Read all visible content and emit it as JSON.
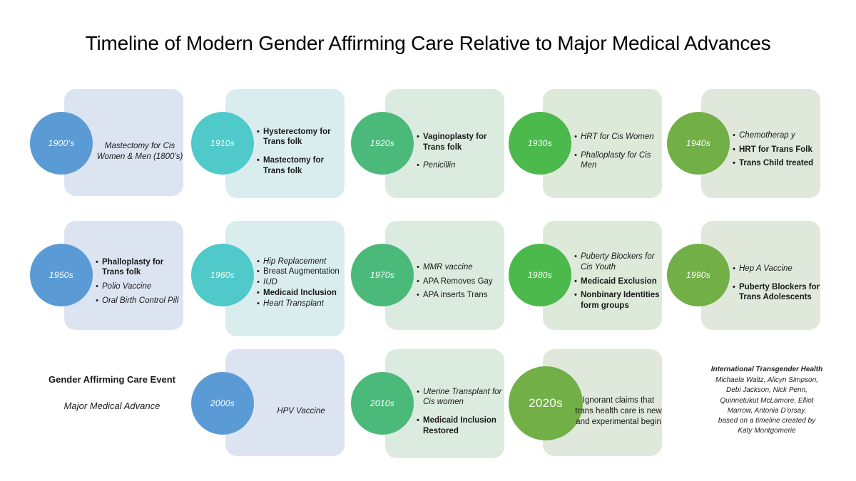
{
  "title": "Timeline of Modern Gender Affirming Care Relative to Major Medical Advances",
  "colors": {
    "blue_bubble": "#5B9BD5",
    "teal_bubble": "#4FC9C9",
    "green_bubble": "#4BB97A",
    "green2_bubble": "#4CB94C",
    "olive_bubble": "#72AF47",
    "blue_panel": "#DCE4F2",
    "teal_panel": "#DAEDEE",
    "green_panel": "#DCEBE0",
    "green2_panel": "#DDEADA",
    "olive_panel": "#DFE8DA"
  },
  "legend": {
    "gac_label": "Gender Affirming Care Event",
    "advance_label": "Major Medical Advance"
  },
  "credits": {
    "org": "International Transgender Health",
    "line1": "Michaela Waltz, Alicyn Simpson,",
    "line2": "Debi Jackson, Nick Penn,",
    "line3": "Quinnetukut McLamore, Elliot",
    "line4": "Marrow, Antonia D’orsay,",
    "line5": "based on a timeline created by",
    "line6": "Katy Montgomerie"
  },
  "decades": [
    {
      "label": "1900's",
      "bubble_color": "#5B9BD5",
      "panel_color": "#DCE4F2",
      "items": [
        {
          "text": "Mastectomy for Cis Women & Men (1800’s)",
          "kind": "advance",
          "bullet": false
        }
      ]
    },
    {
      "label": "1910s",
      "bubble_color": "#4FC9C9",
      "panel_color": "#DAEDEE",
      "items": [
        {
          "text": "Hysterectomy for Trans folk",
          "kind": "gac",
          "bullet": true
        },
        {
          "text": "Mastectomy for Trans folk",
          "kind": "gac",
          "bullet": true
        }
      ]
    },
    {
      "label": "1920s",
      "bubble_color": "#4BB97A",
      "panel_color": "#DCEBE0",
      "items": [
        {
          "text": "Vaginoplasty for Trans folk",
          "kind": "gac",
          "bullet": true
        },
        {
          "text": "Penicillin",
          "kind": "advance",
          "bullet": true
        }
      ]
    },
    {
      "label": "1930s",
      "bubble_color": "#4CB94C",
      "panel_color": "#DDEADA",
      "items": [
        {
          "text": "HRT for Cis Women",
          "kind": "advance",
          "bullet": true
        },
        {
          "text": "Phalloplasty for Cis Men",
          "kind": "advance",
          "bullet": true
        }
      ]
    },
    {
      "label": "1940s",
      "bubble_color": "#72AF47",
      "panel_color": "#DFE8DA",
      "items": [
        {
          "text": "Chemotherap y",
          "kind": "advance",
          "bullet": true
        },
        {
          "text": "HRT for Trans Folk",
          "kind": "gac",
          "bullet": true
        },
        {
          "text": "Trans Child treated",
          "kind": "gac",
          "bullet": true
        }
      ]
    },
    {
      "label": "1950s",
      "bubble_color": "#5B9BD5",
      "panel_color": "#DCE4F2",
      "items": [
        {
          "text": "Phalloplasty for Trans folk",
          "kind": "gac",
          "bullet": true
        },
        {
          "text": "Polio Vaccine",
          "kind": "advance",
          "bullet": true
        },
        {
          "text": "Oral Birth Control Pill",
          "kind": "advance",
          "bullet": true
        }
      ]
    },
    {
      "label": "1960s",
      "bubble_color": "#4FC9C9",
      "panel_color": "#DAEDEE",
      "items": [
        {
          "text": "Hip Replacement",
          "kind": "advance",
          "bullet": true
        },
        {
          "text": "Breast Augmentation",
          "kind": "plain",
          "bullet": true
        },
        {
          "text": "IUD",
          "kind": "advance",
          "bullet": true
        },
        {
          "text": "Medicaid Inclusion",
          "kind": "gac",
          "bullet": true
        },
        {
          "text": "Heart Transplant",
          "kind": "advance",
          "bullet": true
        }
      ]
    },
    {
      "label": "1970s",
      "bubble_color": "#4BB97A",
      "panel_color": "#DCEBE0",
      "items": [
        {
          "text": "MMR vaccine",
          "kind": "advance",
          "bullet": true
        },
        {
          "text": "APA Removes Gay",
          "kind": "plain",
          "bullet": true
        },
        {
          "text": "APA inserts Trans",
          "kind": "plain",
          "bullet": true
        }
      ]
    },
    {
      "label": "1980s",
      "bubble_color": "#4CB94C",
      "panel_color": "#DDEADA",
      "items": [
        {
          "text": "Puberty Blockers for Cis Youth",
          "kind": "advance",
          "bullet": true
        },
        {
          "text": "Medicaid Exclusion",
          "kind": "gac",
          "bullet": true
        },
        {
          "text": "Nonbinary Identities form groups",
          "kind": "gac",
          "bullet": true
        }
      ]
    },
    {
      "label": "1990s",
      "bubble_color": "#72AF47",
      "panel_color": "#DFE8DA",
      "items": [
        {
          "text": "Hep A Vaccine",
          "kind": "advance",
          "bullet": true
        },
        {
          "text": "Puberty Blockers for Trans Adolescents",
          "kind": "gac",
          "bullet": true
        }
      ]
    },
    {
      "label": "2000s",
      "bubble_color": "#5B9BD5",
      "panel_color": "#DCE4F2",
      "items": [
        {
          "text": "HPV Vaccine",
          "kind": "advance",
          "bullet": false
        }
      ]
    },
    {
      "label": "2010s",
      "bubble_color": "#4BB97A",
      "panel_color": "#DCEBE0",
      "items": [
        {
          "text": "Uterine Transplant for Cis women",
          "kind": "advance",
          "bullet": true
        },
        {
          "text": "Medicaid Inclusion Restored",
          "kind": "gac",
          "bullet": true
        }
      ]
    },
    {
      "label": "2020s",
      "bubble_color": "#72AF47",
      "panel_color": "#DFE8DA",
      "items": [
        {
          "text": "Ignorant claims that trans health care is new and experimental begin",
          "kind": "plain",
          "bullet": false
        }
      ]
    }
  ]
}
